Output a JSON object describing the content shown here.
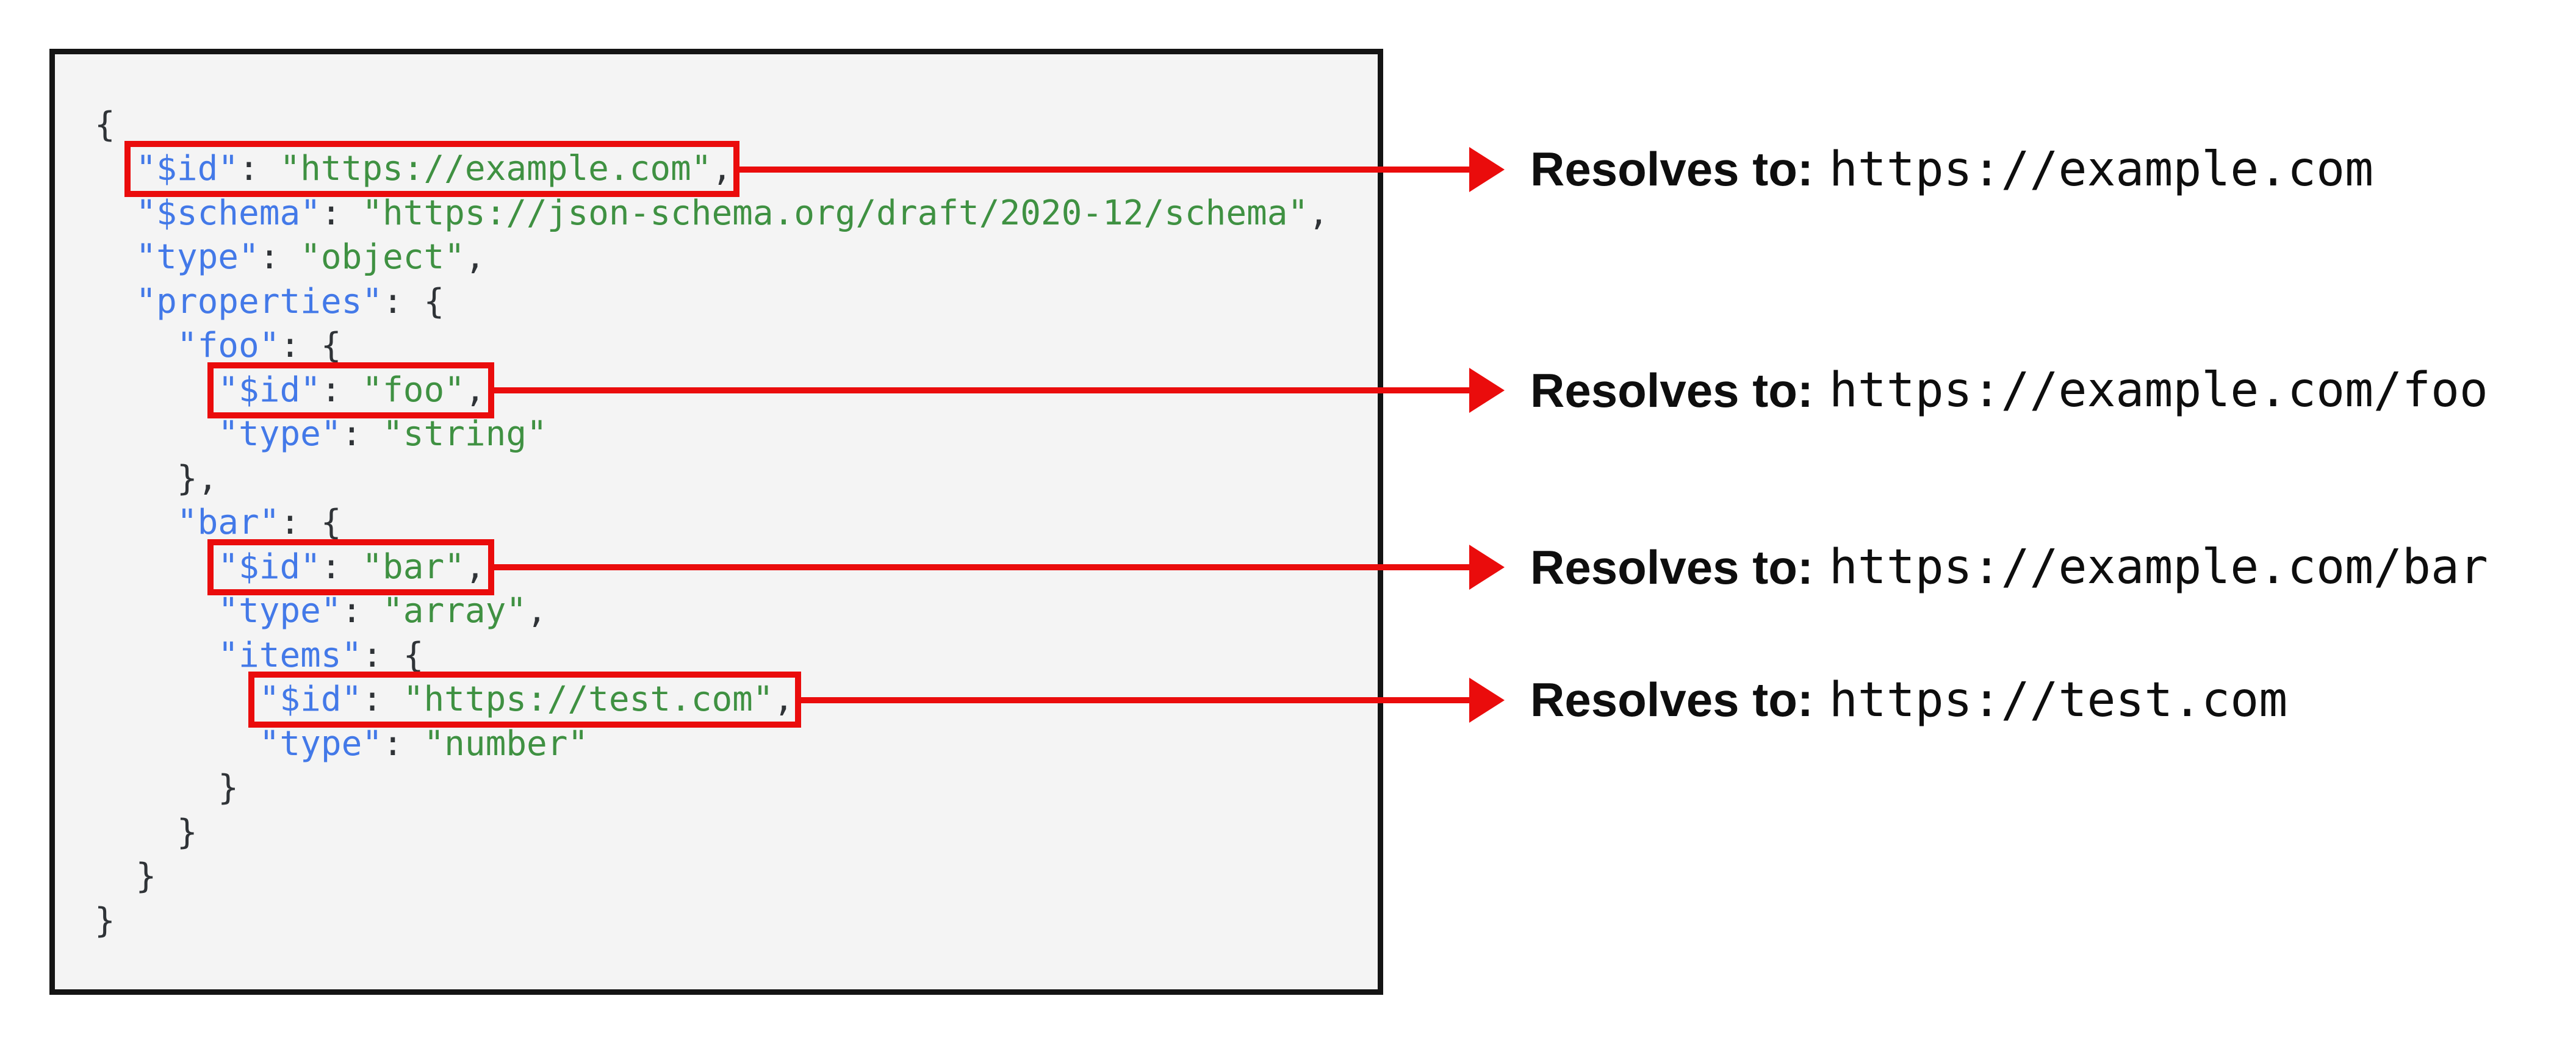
{
  "diagram": {
    "title": "JSON Schema $id resolution diagram",
    "colors": {
      "red": "#ea0c0c",
      "key-blue": "#4379e8",
      "string-green": "#3f9142",
      "punct": "#2f3337",
      "code-bg": "#f4f4f4",
      "box-border": "#141414",
      "label-text": "#0e0e0e"
    },
    "code_block": {
      "language": "json",
      "lines": [
        {
          "indent": 0,
          "highlight": false,
          "tokens": [
            [
              "p",
              "{"
            ]
          ]
        },
        {
          "indent": 2,
          "highlight": true,
          "tokens": [
            [
              "k",
              "\"$id\""
            ],
            [
              "p",
              ": "
            ],
            [
              "s",
              "\"https://example.com\""
            ],
            [
              "p",
              ","
            ]
          ]
        },
        {
          "indent": 2,
          "highlight": false,
          "tokens": [
            [
              "k",
              "\"$schema\""
            ],
            [
              "p",
              ": "
            ],
            [
              "s",
              "\"https://json-schema.org/draft/2020-12/schema\""
            ],
            [
              "p",
              ","
            ]
          ]
        },
        {
          "indent": 2,
          "highlight": false,
          "tokens": [
            [
              "k",
              "\"type\""
            ],
            [
              "p",
              ": "
            ],
            [
              "s",
              "\"object\""
            ],
            [
              "p",
              ","
            ]
          ]
        },
        {
          "indent": 2,
          "highlight": false,
          "tokens": [
            [
              "k",
              "\"properties\""
            ],
            [
              "p",
              ": {"
            ]
          ]
        },
        {
          "indent": 4,
          "highlight": false,
          "tokens": [
            [
              "k",
              "\"foo\""
            ],
            [
              "p",
              ": {"
            ]
          ]
        },
        {
          "indent": 6,
          "highlight": true,
          "tokens": [
            [
              "k",
              "\"$id\""
            ],
            [
              "p",
              ": "
            ],
            [
              "s",
              "\"foo\""
            ],
            [
              "p",
              ","
            ]
          ]
        },
        {
          "indent": 6,
          "highlight": false,
          "tokens": [
            [
              "k",
              "\"type\""
            ],
            [
              "p",
              ": "
            ],
            [
              "s",
              "\"string\""
            ]
          ]
        },
        {
          "indent": 4,
          "highlight": false,
          "tokens": [
            [
              "p",
              "},"
            ]
          ]
        },
        {
          "indent": 4,
          "highlight": false,
          "tokens": [
            [
              "k",
              "\"bar\""
            ],
            [
              "p",
              ": {"
            ]
          ]
        },
        {
          "indent": 6,
          "highlight": true,
          "tokens": [
            [
              "k",
              "\"$id\""
            ],
            [
              "p",
              ": "
            ],
            [
              "s",
              "\"bar\""
            ],
            [
              "p",
              ","
            ]
          ]
        },
        {
          "indent": 6,
          "highlight": false,
          "tokens": [
            [
              "k",
              "\"type\""
            ],
            [
              "p",
              ": "
            ],
            [
              "s",
              "\"array\""
            ],
            [
              "p",
              ","
            ]
          ]
        },
        {
          "indent": 6,
          "highlight": false,
          "tokens": [
            [
              "k",
              "\"items\""
            ],
            [
              "p",
              ": {"
            ]
          ]
        },
        {
          "indent": 8,
          "highlight": true,
          "tokens": [
            [
              "k",
              "\"$id\""
            ],
            [
              "p",
              ": "
            ],
            [
              "s",
              "\"https://test.com\""
            ],
            [
              "p",
              ","
            ]
          ]
        },
        {
          "indent": 8,
          "highlight": false,
          "tokens": [
            [
              "k",
              "\"type\""
            ],
            [
              "p",
              ": "
            ],
            [
              "s",
              "\"number\""
            ]
          ]
        },
        {
          "indent": 6,
          "highlight": false,
          "tokens": [
            [
              "p",
              "}"
            ]
          ]
        },
        {
          "indent": 4,
          "highlight": false,
          "tokens": [
            [
              "p",
              "}"
            ]
          ]
        },
        {
          "indent": 2,
          "highlight": false,
          "tokens": [
            [
              "p",
              "}"
            ]
          ]
        },
        {
          "indent": 0,
          "highlight": false,
          "tokens": [
            [
              "p",
              "}"
            ]
          ]
        }
      ]
    },
    "annotations": [
      {
        "resolves_label": "Resolves to:",
        "url": "https://example.com"
      },
      {
        "resolves_label": "Resolves to:",
        "url": "https://example.com/foo"
      },
      {
        "resolves_label": "Resolves to:",
        "url": "https://example.com/bar"
      },
      {
        "resolves_label": "Resolves to:",
        "url": "https://test.com"
      }
    ]
  }
}
